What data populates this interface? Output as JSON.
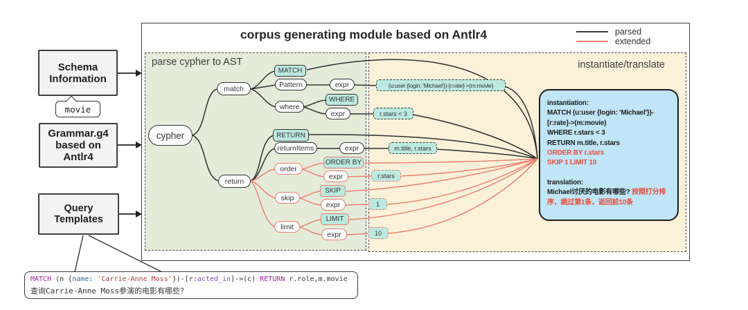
{
  "colors": {
    "parsed": "#3a3a3a",
    "extended": "#ec7b6d",
    "teal_fill": "#bce9df",
    "green_panel": "#e5ebd9",
    "beige_panel": "#fbf1d9",
    "result_box_fill": "#bfe5f6",
    "red_text": "#e74c3c"
  },
  "header": {
    "title": "corpus generating module  based on Antlr4",
    "legend": [
      {
        "label": "parsed"
      },
      {
        "label": "extended"
      }
    ]
  },
  "left_column": {
    "schema_box": "Schema Information",
    "schema_note": "movie",
    "grammar_box": "Grammar.g4 based on Antlr4",
    "query_box": "Query Templates"
  },
  "panels": {
    "left_label": "parse cypher to AST",
    "right_label": "instantiate/translate"
  },
  "tree": {
    "cypher": "cypher",
    "match": "match",
    "return": "return",
    "pattern": "Pattern",
    "where": "where",
    "return_items": "returnItems",
    "order": "order",
    "skip": "skip",
    "limit": "limit",
    "expr": "expr",
    "keywords": {
      "match": "MATCH",
      "where": "WHERE",
      "return": "RETURN",
      "order_by": "ORDER BY",
      "skip": "SKIP",
      "limit": "LIMIT"
    },
    "values": {
      "pattern": "(u:user {login: 'Michael'})-[r:rate]->(m:movie)",
      "where": "r.stars < 3",
      "return_items": "m.title, r.stars",
      "order": "r.stars",
      "skip": "1",
      "limit": "10"
    }
  },
  "result_box": {
    "instantiation_heading": "instantiation:",
    "instantiation_parsed": [
      "MATCH (u:user {login: 'Michael'})-",
      "[r:rate]->(m:movie)",
      "WHERE r.stars < 3",
      "RETURN m.title, r.stars"
    ],
    "instantiation_extended": [
      "ORDER BY r.stars",
      "SKIP 1 LIMIT 10"
    ],
    "translation_heading": "translation:",
    "translation_parsed": "Michael讨厌的电影有哪些?",
    "translation_extended": "按照打分排序，跳过第1条，返回前10条"
  },
  "template_box": {
    "code_tokens": [
      {
        "text": "MATCH ",
        "color": "#a626a4"
      },
      {
        "text": "(n {",
        "color": "#383838"
      },
      {
        "text": "name: ",
        "color": "#2f6fb3"
      },
      {
        "text": "'Carrie-Anne Moss'",
        "color": "#a94442"
      },
      {
        "text": "})-[r:",
        "color": "#383838"
      },
      {
        "text": "acted_in",
        "color": "#8250c4"
      },
      {
        "text": "]->(c) ",
        "color": "#383838"
      },
      {
        "text": "RETURN ",
        "color": "#a626a4"
      },
      {
        "text": "r.role,m.movie",
        "color": "#383838"
      }
    ],
    "question": "查询Carrie-Anne Moss参演的电影有哪些？"
  }
}
